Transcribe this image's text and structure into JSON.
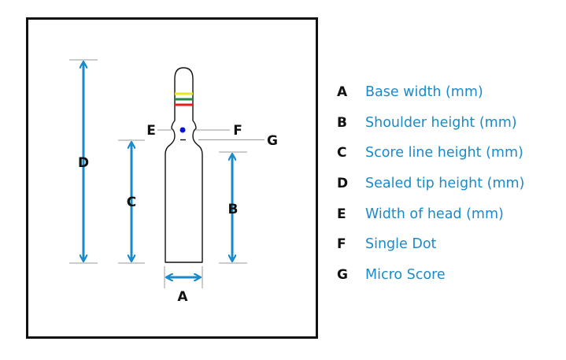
{
  "colors": {
    "arrow": "#1a8ac9",
    "legend_text": "#1a8ac9",
    "outline": "#111111",
    "guide": "#9a9a9a",
    "band_yellow": "#e8e81c",
    "band_green": "#1f8a3a",
    "band_red": "#e41e1e",
    "dot": "#0a12d8"
  },
  "labels": {
    "A": "A",
    "B": "B",
    "C": "C",
    "D": "D",
    "E": "E",
    "F": "F",
    "G": "G"
  },
  "legend": [
    {
      "key": "A",
      "text": "Base width (mm)"
    },
    {
      "key": "B",
      "text": "Shoulder height (mm)"
    },
    {
      "key": "C",
      "text": "Score line height (mm)"
    },
    {
      "key": "D",
      "text": "Sealed tip height (mm)"
    },
    {
      "key": "E",
      "text": "Width of head (mm)"
    },
    {
      "key": "F",
      "text": "Single Dot"
    },
    {
      "key": "G",
      "text": "Micro Score"
    }
  ]
}
